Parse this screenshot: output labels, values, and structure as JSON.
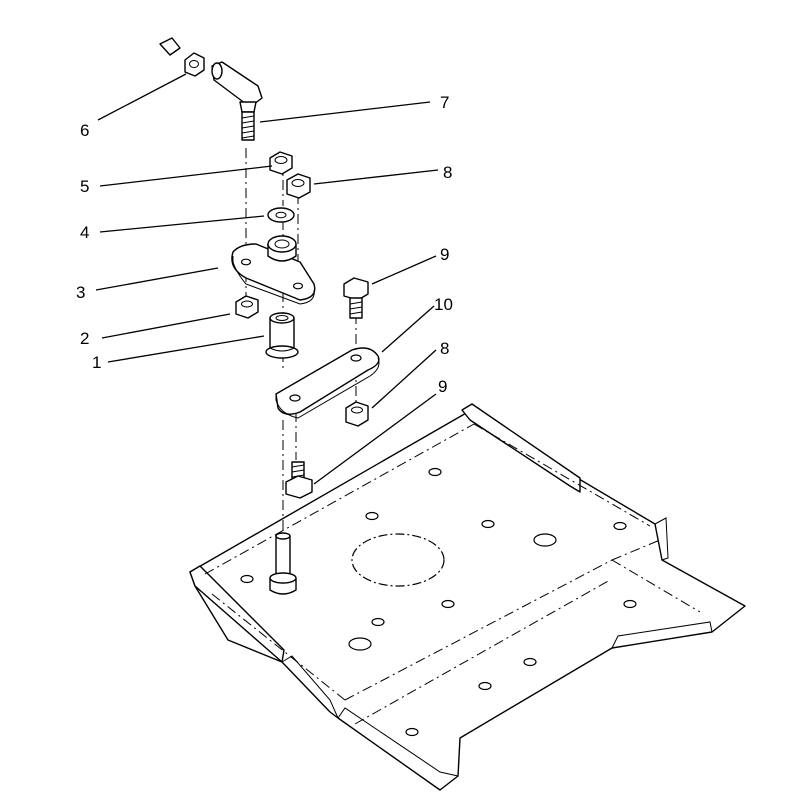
{
  "diagram": {
    "callouts": [
      {
        "id": "c6",
        "label": "6"
      },
      {
        "id": "c7",
        "label": "7"
      },
      {
        "id": "c5",
        "label": "5"
      },
      {
        "id": "c8a",
        "label": "8"
      },
      {
        "id": "c4",
        "label": "4"
      },
      {
        "id": "c3",
        "label": "3"
      },
      {
        "id": "c9a",
        "label": "9"
      },
      {
        "id": "c10",
        "label": "10"
      },
      {
        "id": "c2",
        "label": "2"
      },
      {
        "id": "c1",
        "label": "1"
      },
      {
        "id": "c8b",
        "label": "8"
      },
      {
        "id": "c9b",
        "label": "9"
      }
    ]
  }
}
